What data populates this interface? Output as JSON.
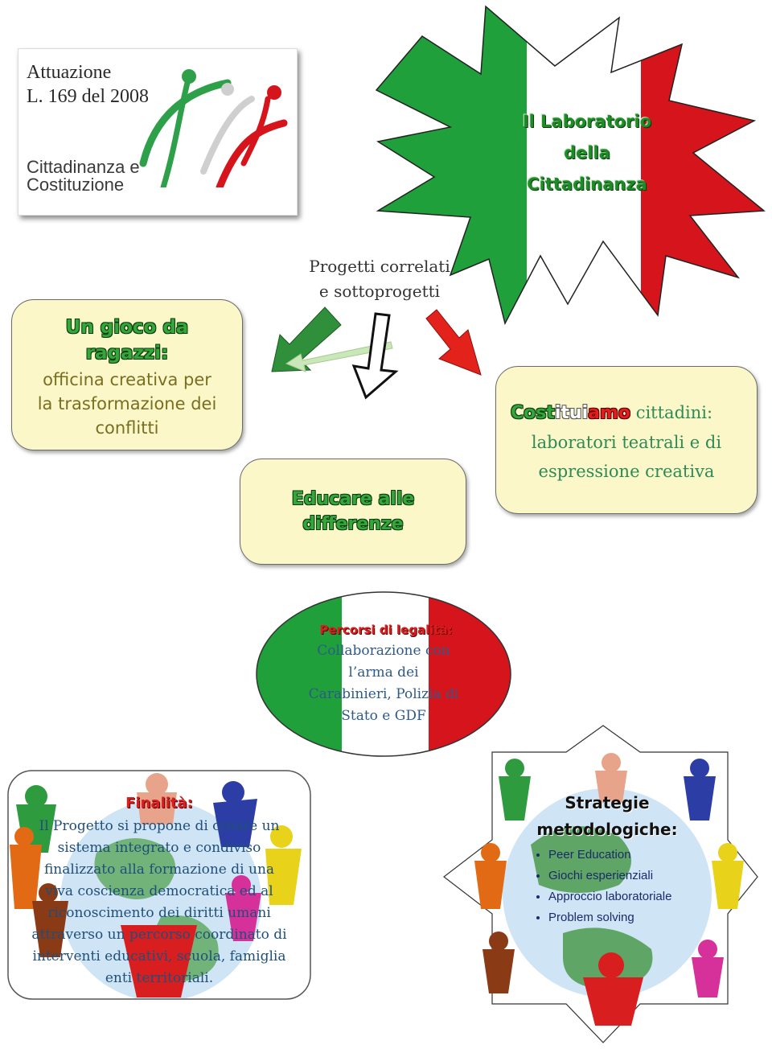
{
  "logo": {
    "line1": "Attuazione",
    "line2": "L. 169 del 2008",
    "brand1": "Cittadinanza e",
    "brand2": "Costituzione"
  },
  "star": {
    "line1": "Il Laboratorio",
    "line2": "della",
    "line3": "Cittadinanza"
  },
  "gioco": {
    "title1": "Un gioco da",
    "title2": "ragazzi:",
    "desc1": "officina creativa per",
    "desc2": "la trasformazione dei",
    "desc3": "conflitti"
  },
  "progetti": {
    "line1": "Progetti correlati",
    "line2": "e sottoprogetti"
  },
  "educare": {
    "line1": "Educare alle",
    "line2": "differenze"
  },
  "costi": {
    "w1": "Cost",
    "w2": "itui",
    "w3": "amo",
    "rest": " cittadini:",
    "desc1": "laboratori teatrali e di",
    "desc2": "espressione creativa"
  },
  "legal": {
    "title": "Percorsi di legalità:",
    "line1": "Collaborazione con",
    "line2": "l’arma dei",
    "line3": "Carabinieri, Polizia di",
    "line4": "Stato e GDF"
  },
  "finalita": {
    "title": "Finalità:",
    "lines": [
      "Il Progetto si propone di creare un",
      "sistema integrato e condiviso",
      "finalizzato alla formazione di una",
      "viva coscienza democratica ed al",
      "riconoscimento dei diritti umani",
      "attraverso un percorso coordinato di",
      "interventi educativi, scuola, famiglia",
      "enti territoriali."
    ]
  },
  "strategie": {
    "title1": "Strategie",
    "title2": "metodologiche:",
    "items": [
      "Peer Education",
      "Giochi esperienziali",
      "Approccio laboratoriale",
      "Problem solving"
    ]
  },
  "colors": {
    "green": "#1a9c3a",
    "white": "#ffffff",
    "red": "#d8141e",
    "box": "#fbf7c9"
  }
}
